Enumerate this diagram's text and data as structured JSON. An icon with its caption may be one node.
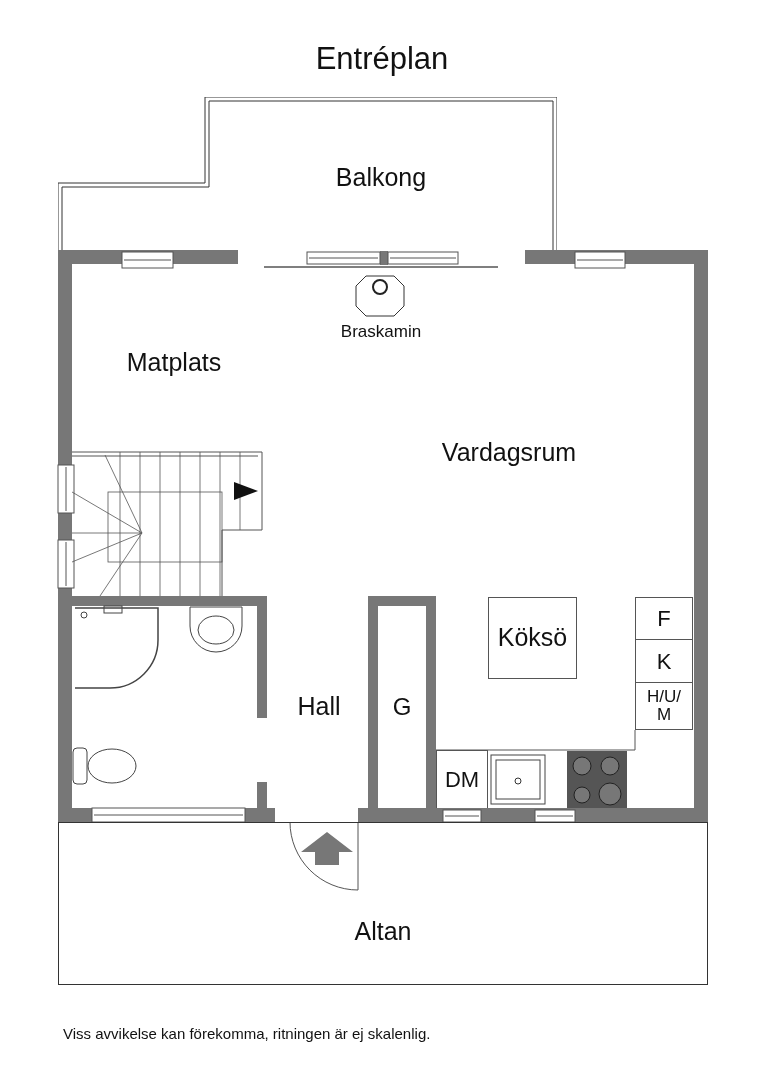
{
  "diagram": {
    "title": "Entréplan",
    "caption": "Viss avvikelse kan förekomma, ritningen är ej skalenlig.",
    "nodes": [
      {
        "text": [
          "Balkong"
        ]
      },
      {
        "text": [
          "Köksö"
        ]
      },
      {
        "text": [
          "F"
        ]
      },
      {
        "text": [
          "K"
        ]
      },
      {
        "text": [
          "H/U/M"
        ]
      },
      {
        "text": [
          "G"
        ]
      },
      {
        "text": [
          "DM"
        ]
      },
      {
        "text": [
          "Altan"
        ]
      }
    ],
    "labels": [
      "Braskamin",
      "Matplats",
      "Vardagsrum",
      "Hall"
    ]
  }
}
